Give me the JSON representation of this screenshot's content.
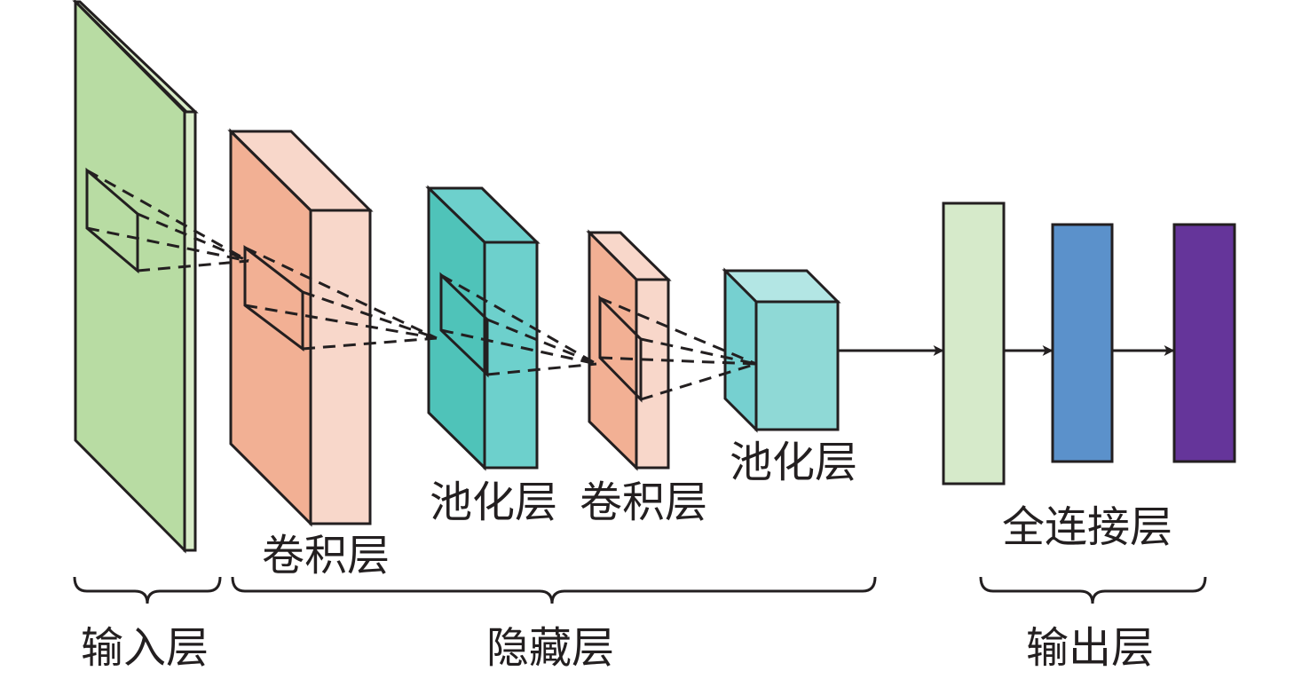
{
  "labels": {
    "conv_layer_1": "卷积层",
    "pool_layer_1": "池化层",
    "conv_layer_2": "卷积层",
    "pool_layer_2": "池化层",
    "fc_layer": "全连接层",
    "input_group": "输入层",
    "hidden_group": "隐藏层",
    "output_group": "输出层"
  },
  "colors": {
    "input_front": "#b8dca3",
    "input_side": "#d8ecc8",
    "conv_front": "#f2b094",
    "conv_side": "#f8d7ca",
    "pool1_front": "#4fc3b9",
    "pool1_side": "#6dd0cc",
    "pool2_front": "#76d0d0",
    "pool2_side": "#8fd9d6",
    "fc_1": "#d6eaca",
    "fc_2": "#5b91cb",
    "fc_3": "#65359a",
    "stroke": "#231f20"
  }
}
